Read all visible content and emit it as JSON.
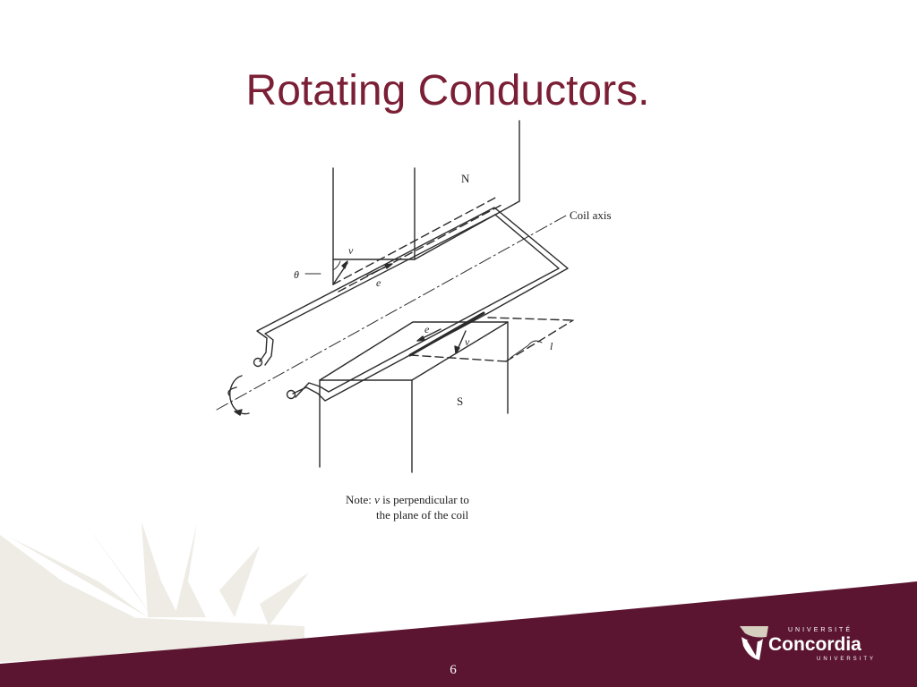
{
  "slide": {
    "title": "Rotating Conductors.",
    "page_number": "6"
  },
  "diagram": {
    "pole_north": "N",
    "pole_south": "S",
    "coil_axis_label": "Coil axis",
    "velocity_symbol": "v",
    "emf_symbol": "e",
    "angle_symbol": "θ",
    "length_symbol": "l",
    "note_line1_prefix": "Note: ",
    "note_line1_symbol": "v",
    "note_line1_suffix": " is perpendicular to",
    "note_line2": "the plane of the coil"
  },
  "logo": {
    "top": "UNIVERSITÉ",
    "name": "Concordia",
    "bottom": "UNIVERSITY"
  },
  "colors": {
    "title": "#7a1f35",
    "footer_band": "#5b1530",
    "watermark": "#efece6"
  }
}
